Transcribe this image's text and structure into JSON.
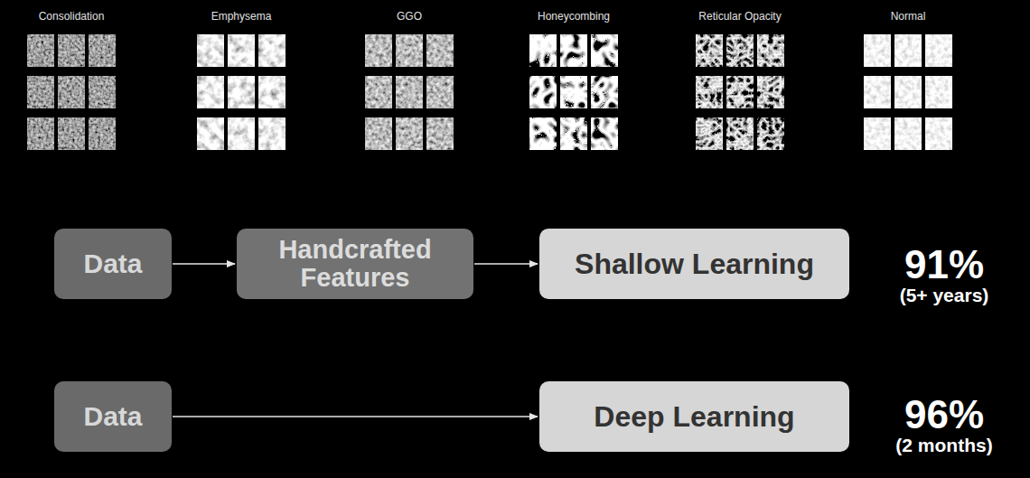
{
  "diagram": {
    "nodes": [
      {
        "text": [
          "Data"
        ]
      },
      {
        "text": [
          "Handcrafted Features"
        ]
      },
      {
        "text": [
          "Shallow Learning"
        ]
      },
      {
        "text": [
          "Data"
        ]
      },
      {
        "text": [
          "Deep Learning"
        ]
      }
    ],
    "edges": [
      {
        "from": 0,
        "to": 1,
        "arrow": "to"
      },
      {
        "from": 1,
        "to": 2,
        "arrow": "to"
      },
      {
        "from": 3,
        "to": 4,
        "arrow": "to"
      }
    ],
    "labels": [
      "Consolidation",
      "Emphysema",
      "GGO",
      "Honeycombing",
      "Reticular Opacity",
      "Normal",
      "91%",
      "(5+ years)",
      "96%",
      "(2 months)"
    ]
  }
}
